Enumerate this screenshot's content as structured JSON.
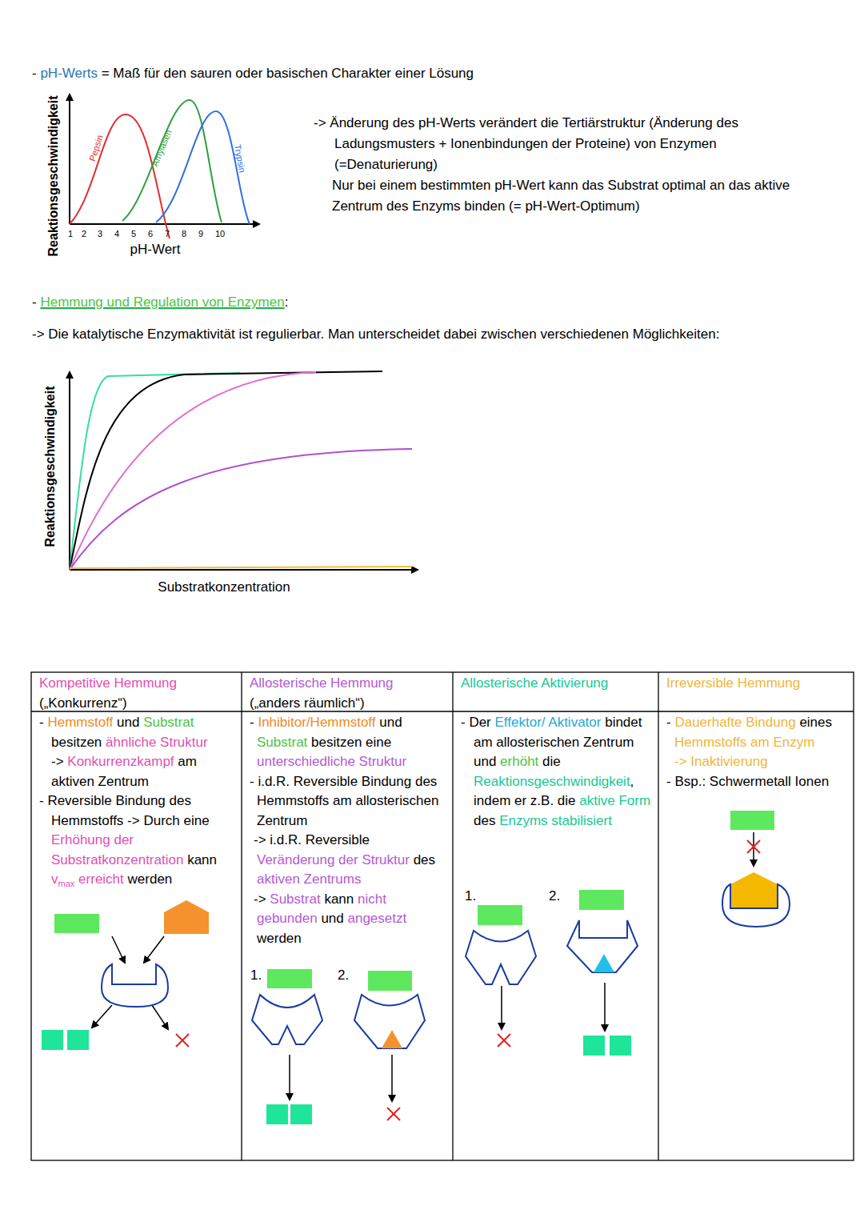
{
  "diagram": {
    "labels": [
      "-",
      "pH-Werts",
      "= Maß für den sauren oder basischen Charakter einer Lösung",
      "Reaktionsgeschwindigkeit",
      "pH-Wert",
      "Pepsin",
      "Amylasen",
      "Trypsin",
      "1",
      "2",
      "3",
      "4",
      "5",
      "6",
      "7",
      "8",
      "9",
      "10",
      "-> Änderung des pH-Werts verändert die Tertiärstruktur (Änderung des Ladungsmusters + Ionenbindungen der Proteine) von Enzymen (=Denaturierung)",
      "Nur bei einem bestimmten pH-Wert kann das Substrat optimal an das aktive Zentrum des Enzyms binden (= pH-Wert-Optimum)",
      "-",
      "Hemmung und Regulation von Enzymen",
      ":",
      "-> Die katalytische Enzymaktivität ist regulierbar. Man unterscheidet dabei zwischen verschiedenen Möglichkeiten:",
      "Reaktionsgeschwindigkeit",
      "Substratkonzentration",
      "Kompetitive Hemmung",
      "(„Konkurrenz“)",
      "Allosterische Hemmung",
      "(„anders räumlich“)",
      "Allosterische Aktivierung",
      "Irreversible Hemmung",
      "-",
      "Hemmstoff",
      "und",
      "Substrat",
      "besitzen",
      "ähnliche Struktur",
      "->",
      "Konkurrenzkampf",
      "am aktiven Zentrum",
      "- Reversible Bindung des Hemmstoffs -> Durch eine",
      "Erhöhung der Substratkonzentration",
      "kann",
      "v",
      "max",
      "erreicht",
      "werden",
      "-",
      "Inhibitor/Hemmstoff",
      "und",
      "Substrat",
      "besitzen eine",
      "unterschiedliche Struktur",
      "- i.d.R. Reversible Bindung des Hemmstoffs am allosterischen Zentrum",
      "-> i.d.R. Reversible",
      "Veränderung der Struktur",
      "des",
      "aktiven Zentrums",
      "->",
      "Substrat",
      "kann",
      "nicht gebunden",
      "und",
      "angesetzt",
      "werden",
      "- Der",
      "Effektor/ Aktivator",
      "bindet am allosterischen Zentrum und",
      "erhöht",
      "die",
      "Reaktionsgeschwindigkeit",
      ",",
      "indem er z.B. die",
      "aktive Form",
      "des",
      "Enzyms",
      "stabilisiert",
      "-",
      "Dauerhafte Bindung",
      "eines",
      "Hemmstoffs am Enzym",
      "-> Inaktivierung",
      "- Bsp.: Schwermetall Ionen",
      "1.",
      "2.",
      "1.",
      "2."
    ]
  }
}
